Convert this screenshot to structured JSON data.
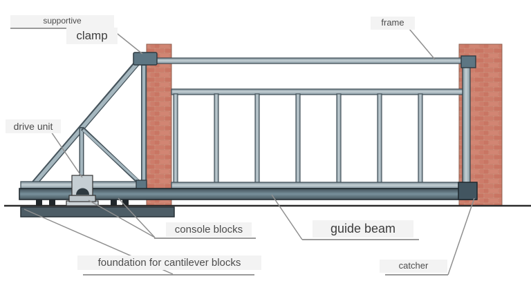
{
  "diagram": {
    "labels": {
      "supportive": "supportive",
      "clamp": "clamp",
      "frame": "frame",
      "drive_unit": "drive unit",
      "console_blocks": "console blocks",
      "guide_beam": "guide beam",
      "foundation": "foundation for cantilever blocks",
      "catcher": "catcher"
    },
    "colors": {
      "background": "#ffffff",
      "brick": "#cd7c6a",
      "brick_mortar": "#e3b4a4",
      "metal_light": "#a5b7bf",
      "metal_dark": "#46545c",
      "fitting": "#5d7683",
      "guide_beam": "#5c7077",
      "foundation_slab": "#4d5d66",
      "console_block": "#20262a",
      "label_background": "#f3f3f3",
      "label_text": "#4c4c4c",
      "leader_line": "#8f8f8f",
      "ground_line": "#2b2b2b"
    }
  }
}
